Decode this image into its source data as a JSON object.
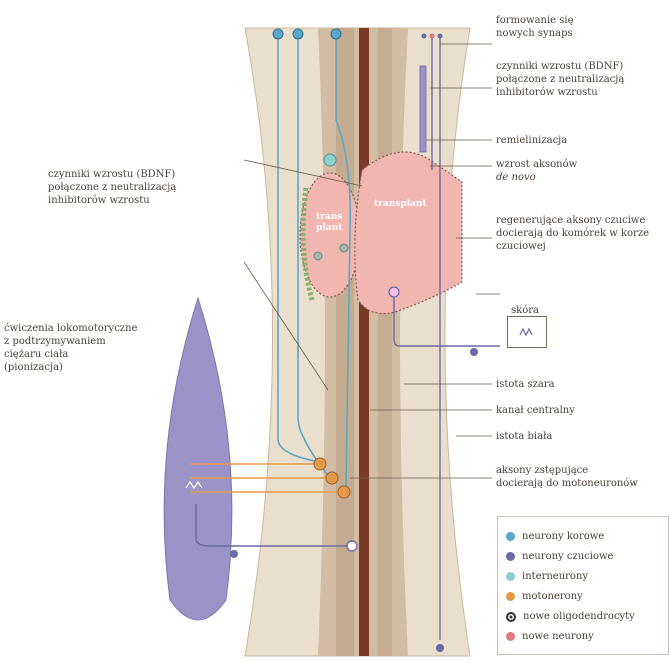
{
  "labels": {
    "synapses": "formowanie się\nnowych synaps",
    "bdnf_right": "czynniki wzrostu (BDNF)\npołączone z neutralizacją\ninhibitorów wzrostu",
    "remyelination": "remielinizacja",
    "axon_growth": "wzrost aksonów",
    "de_novo": "de novo",
    "regenerating": "regenerujące aksony czuciwe\ndocierają do komórek w korze\nczuciowej",
    "bdnf_left": "czynniki wzrostu (BDNF)\npołączone z neutralizacją\ninhibitorów wzrostu",
    "locomotor": "ćwiczenia lokomotoryczne\nz podtrzymywaniem\nciężaru ciała\n(pionizacja)",
    "skin": "skóra",
    "gray_matter": "istota szara",
    "central_canal": "kanał centralny",
    "white_matter": "istota biała",
    "descending": "aksony zstępujące\ndocierają do motoneuronów",
    "transplant_left": "trans\nplant",
    "transplant_right": "transplant"
  },
  "legend": [
    {
      "label": "neurony korowe",
      "color": "#5aa8c8",
      "style": "fill"
    },
    {
      "label": "neurony czuciowe",
      "color": "#6a6aa8",
      "style": "fill"
    },
    {
      "label": "interneurony",
      "color": "#8ccfd0",
      "style": "fill"
    },
    {
      "label": "motonerony",
      "color": "#e59a4a",
      "style": "fill"
    },
    {
      "label": "nowe oligodendrocyty",
      "color": "#333333",
      "style": "ring"
    },
    {
      "label": "nowe neurony",
      "color": "#e07a80",
      "style": "fill"
    }
  ],
  "colors": {
    "cord_bg": "#e8dcc8",
    "gray_band": "#cbb59c",
    "canal": "#7a3a26",
    "transplant": "#f2b6b0",
    "muscle": "#9a93c8",
    "cortical": "#5aa8c8",
    "sensory": "#6a6aa8",
    "motor": "#e59a4a",
    "myelin": "#8ab070"
  }
}
